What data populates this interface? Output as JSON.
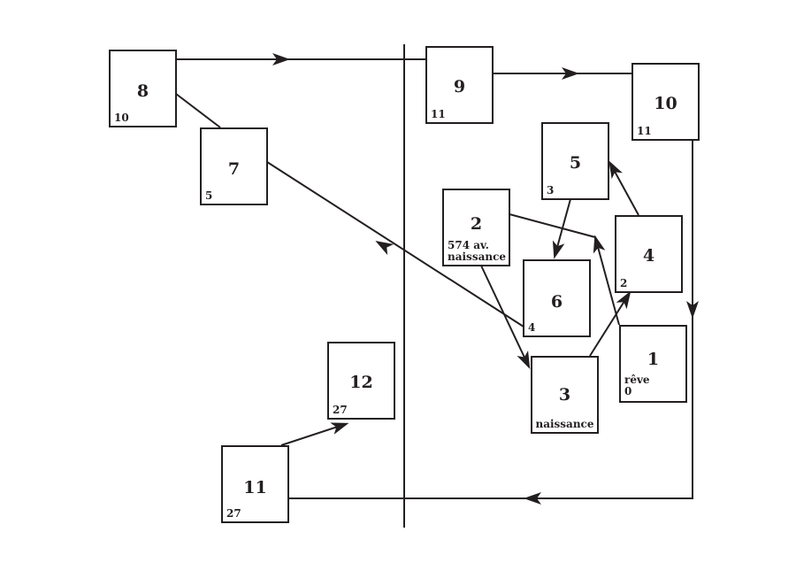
{
  "diagram": {
    "nodes": [
      {
        "id": "1",
        "label": "1",
        "sub": [
          "rêve",
          "0"
        ]
      },
      {
        "id": "2",
        "label": "2",
        "sub": [
          "574 av.",
          "naissance"
        ]
      },
      {
        "id": "3",
        "label": "3",
        "sub": [
          "naissance"
        ]
      },
      {
        "id": "4",
        "label": "4",
        "sub": [
          "2"
        ]
      },
      {
        "id": "5",
        "label": "5",
        "sub": [
          "3"
        ]
      },
      {
        "id": "6",
        "label": "6",
        "sub": [
          "4"
        ]
      },
      {
        "id": "7",
        "label": "7",
        "sub": [
          "5"
        ]
      },
      {
        "id": "8",
        "label": "8",
        "sub": [
          "10"
        ]
      },
      {
        "id": "9",
        "label": "9",
        "sub": [
          "11"
        ]
      },
      {
        "id": "10",
        "label": "10",
        "sub": [
          "11"
        ]
      },
      {
        "id": "11",
        "label": "11",
        "sub": [
          "27"
        ]
      },
      {
        "id": "12",
        "label": "12",
        "sub": [
          "27"
        ]
      }
    ],
    "edges": [
      {
        "from": "1",
        "to": "2"
      },
      {
        "from": "2",
        "to": "3"
      },
      {
        "from": "3",
        "to": "4"
      },
      {
        "from": "4",
        "to": "5"
      },
      {
        "from": "5",
        "to": "6"
      },
      {
        "from": "6",
        "to": "7"
      },
      {
        "from": "7",
        "to": "8"
      },
      {
        "from": "8",
        "to": "9"
      },
      {
        "from": "9",
        "to": "10"
      },
      {
        "from": "10",
        "to": "11"
      },
      {
        "from": "11",
        "to": "12"
      }
    ],
    "divider": "vertical"
  }
}
